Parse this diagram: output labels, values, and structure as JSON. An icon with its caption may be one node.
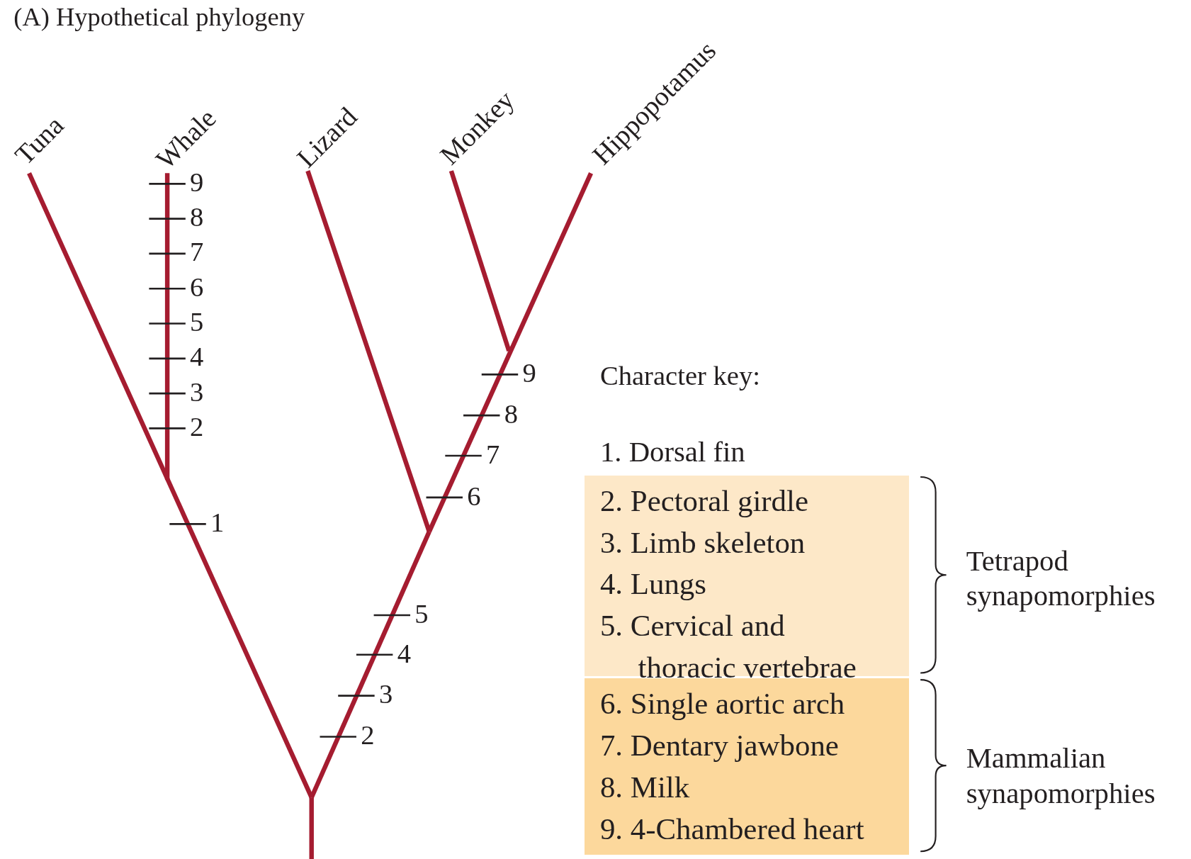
{
  "diagram": {
    "title": "(A) Hypothetical phylogeny",
    "nodes": [
      {
        "text": [
          "2. Pectoral girdle",
          "3. Limb skeleton",
          "4. Lungs",
          "5. Cervical and thoracic vertebrae"
        ],
        "beside": [
          "Tetrapod synapomorphies"
        ]
      },
      {
        "text": [
          "6. Single aortic arch",
          "7. Dentary jawbone",
          "8. Milk",
          "9. 4-Chambered heart"
        ],
        "beside": [
          "Mammalian synapomorphies"
        ]
      }
    ],
    "edges": [],
    "labels": [
      "Tuna",
      "Whale",
      "Lizard",
      "Monkey",
      "Hippopotamus",
      "9",
      "8",
      "7",
      "6",
      "5",
      "4",
      "3",
      "2",
      "9",
      "8",
      "7",
      "6",
      "1",
      "5",
      "4",
      "3",
      "2",
      "Character key:",
      "1. Dorsal fin"
    ]
  }
}
